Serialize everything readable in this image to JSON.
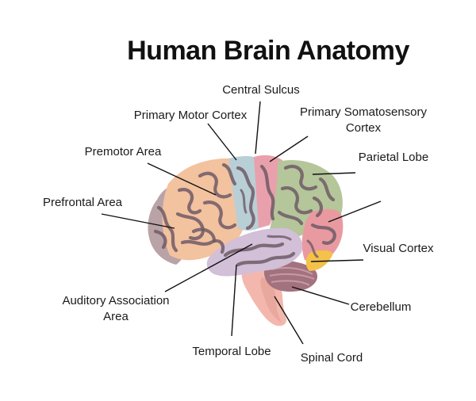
{
  "title": "Human Brain Anatomy",
  "labels": {
    "central_sulcus": "Central Sulcus",
    "primary_motor_cortex": "Primary Motor Cortex",
    "primary_somatosensory_cortex_1": "Primary Somatosensory",
    "primary_somatosensory_cortex_2": "Cortex",
    "premotor_area": "Premotor Area",
    "parietal_lobe": "Parietal Lobe",
    "prefrontal_area": "Prefrontal Area",
    "visual_cortex": "Visual Cortex",
    "auditory_association_area_1": "Auditory Association",
    "auditory_association_area_2": "Area",
    "cerebellum": "Cerebellum",
    "temporal_lobe": "Temporal Lobe",
    "spinal_cord": "Spinal Cord"
  },
  "colors": {
    "prefrontal": "#b9a3a6",
    "premotor": "#f3c29e",
    "motor": "#b9cfd6",
    "sensory": "#e9a0ad",
    "parietal": "#b4c69a",
    "occipital": "#e99aa0",
    "visual": "#f4c24a",
    "temporal": "#d2bfd8",
    "cerebellum": "#a2727e",
    "stem": "#f3b7ad"
  }
}
